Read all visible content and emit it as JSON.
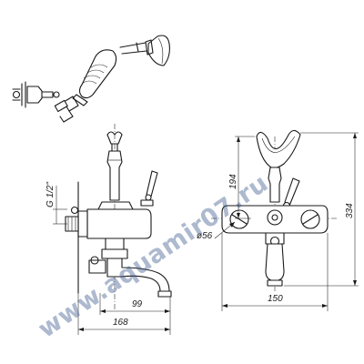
{
  "watermark": {
    "text": "www.aquamir07.ru",
    "color": "#284682"
  },
  "dimensions": {
    "thread": "G 1/2\"",
    "depth_spout": "99",
    "depth_total": "168",
    "diameter": "ø56",
    "height_upper": "194",
    "height_total": "334",
    "width_front": "150"
  }
}
